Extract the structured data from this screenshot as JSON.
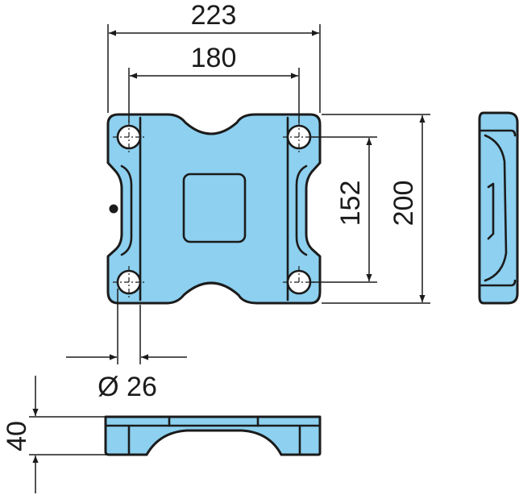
{
  "dimensions": {
    "overall_width": "223",
    "hole_spacing_horizontal": "180",
    "hole_spacing_vertical": "152",
    "overall_height": "200",
    "hole_diameter": "Ø 26",
    "thickness": "40"
  },
  "colors": {
    "part_fill": "#8dd0ef",
    "outline": "#1b1b1b",
    "background": "#ffffff"
  }
}
